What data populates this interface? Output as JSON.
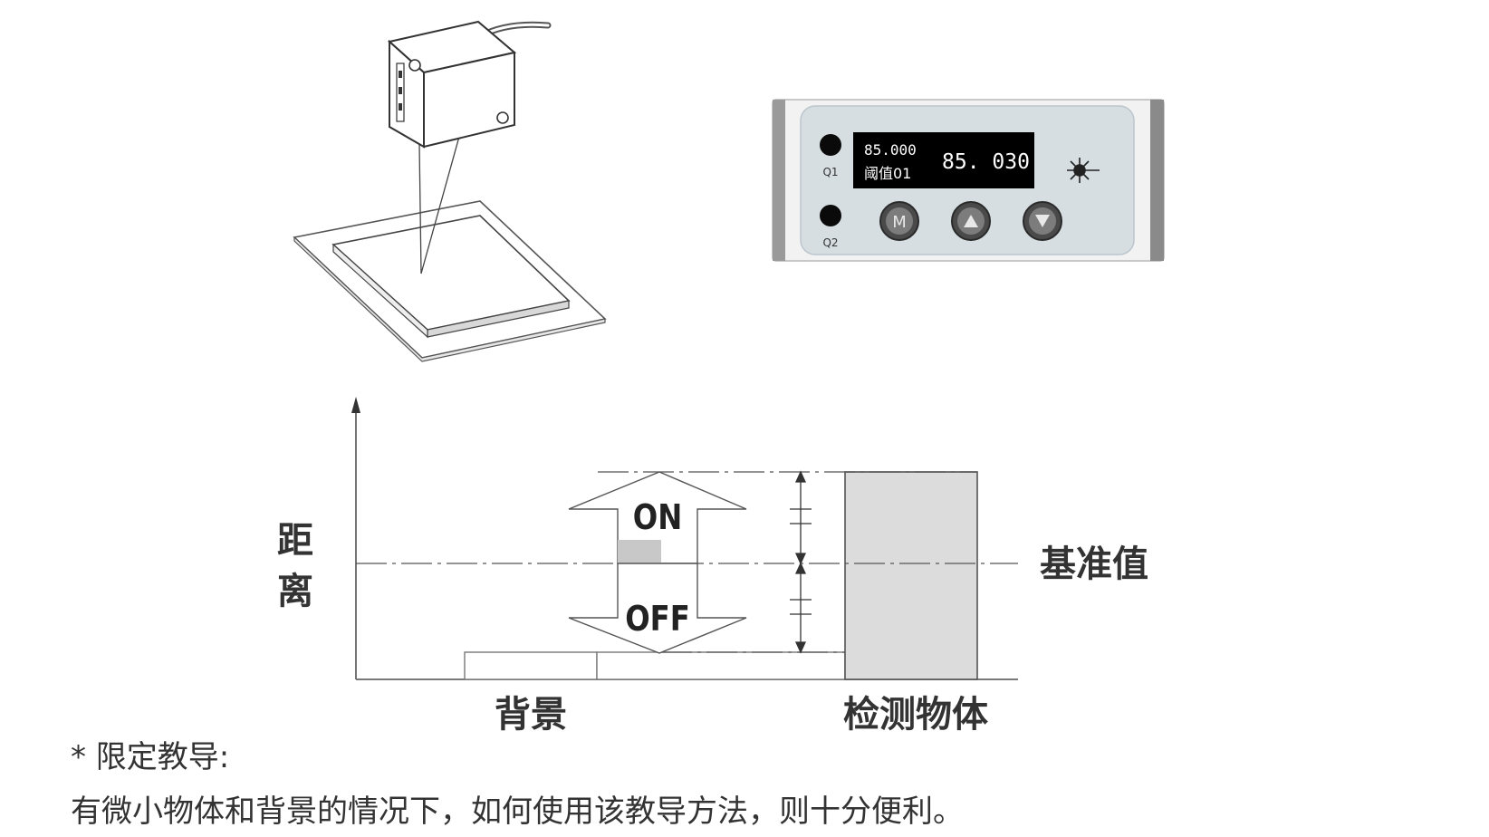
{
  "display": {
    "threshold_value": "85.000",
    "threshold_label": "阈值01",
    "current_value": "85. 030"
  },
  "panel": {
    "q1_label": "Q1",
    "q2_label": "Q2",
    "m_button_label": "M"
  },
  "chart": {
    "y_label_line1": "距",
    "y_label_line2": "离",
    "on_label": "ON",
    "off_label": "OFF",
    "reference_label": "基准值",
    "background_label": "背景",
    "target_label": "检测物体"
  },
  "caption": {
    "title": "* 限定教导:",
    "body": "有微小物体和背景的情况下，如何使用该教导方法，则十分便利。"
  },
  "colors": {
    "line": "#6a6a6a",
    "panel_body": "#d6dee2",
    "screen": "#000000",
    "target_fill": "#dcdcdc"
  }
}
